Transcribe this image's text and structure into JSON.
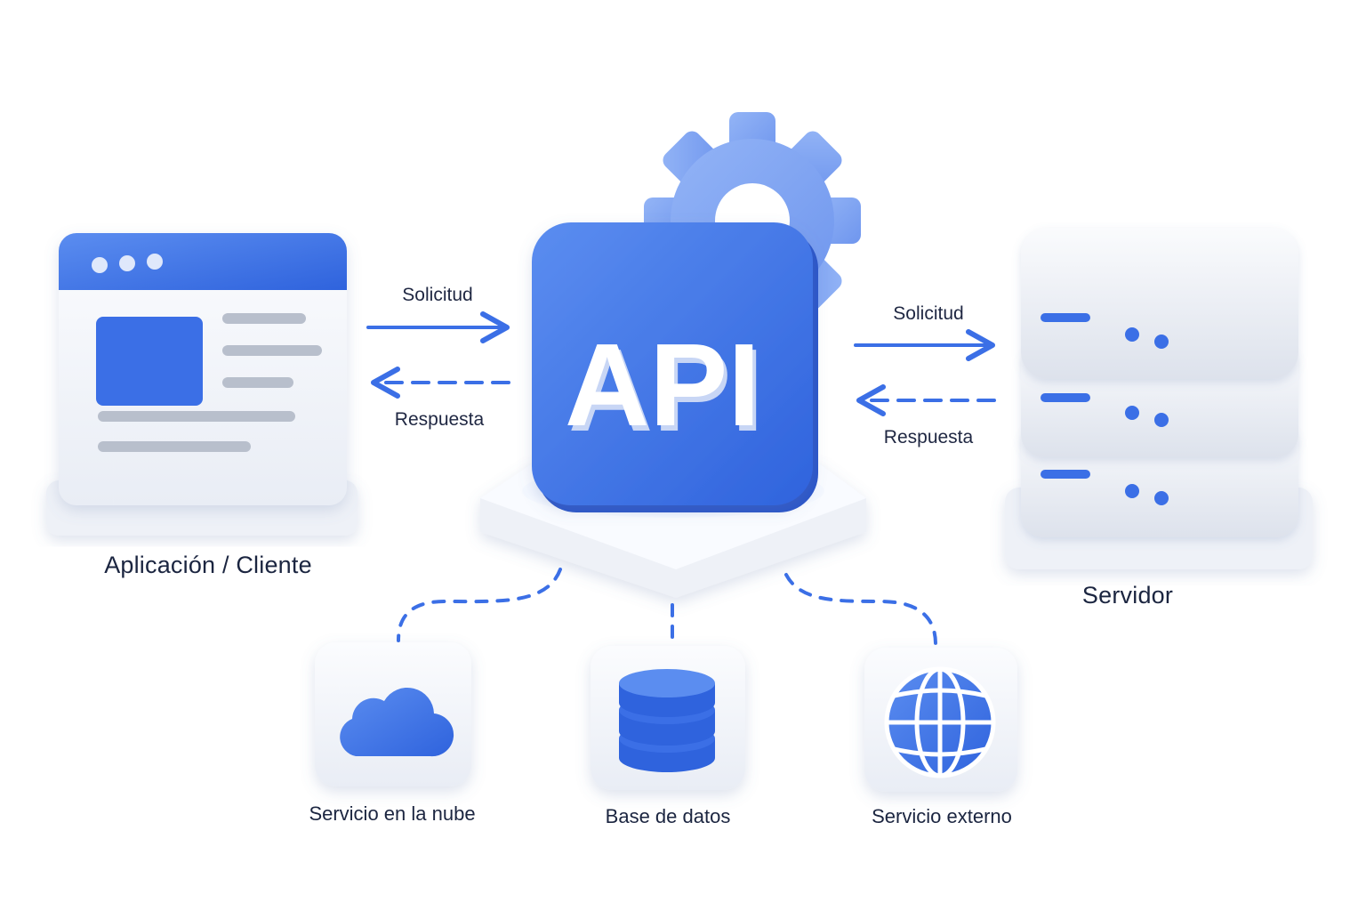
{
  "colors": {
    "primary": "#3b6fe6",
    "primary_light": "#6e97ef",
    "primary_dark": "#2a55c9",
    "text": "#1b2540",
    "card": "#f6f8fc",
    "card_edge": "#dfe4ee"
  },
  "hub": {
    "label": "API",
    "icons": [
      "gear-icon"
    ]
  },
  "client": {
    "label": "Aplicación / Cliente",
    "icon": "browser-window-icon"
  },
  "server": {
    "label": "Servidor",
    "icon": "server-stack-icon"
  },
  "flows": {
    "client_request": "Solicitud",
    "client_response": "Respuesta",
    "server_request": "Solicitud",
    "server_response": "Respuesta"
  },
  "services": [
    {
      "label": "Servicio en la nube",
      "icon": "cloud-icon"
    },
    {
      "label": "Base de datos",
      "icon": "database-icon"
    },
    {
      "label": "Servicio externo",
      "icon": "globe-icon"
    }
  ]
}
